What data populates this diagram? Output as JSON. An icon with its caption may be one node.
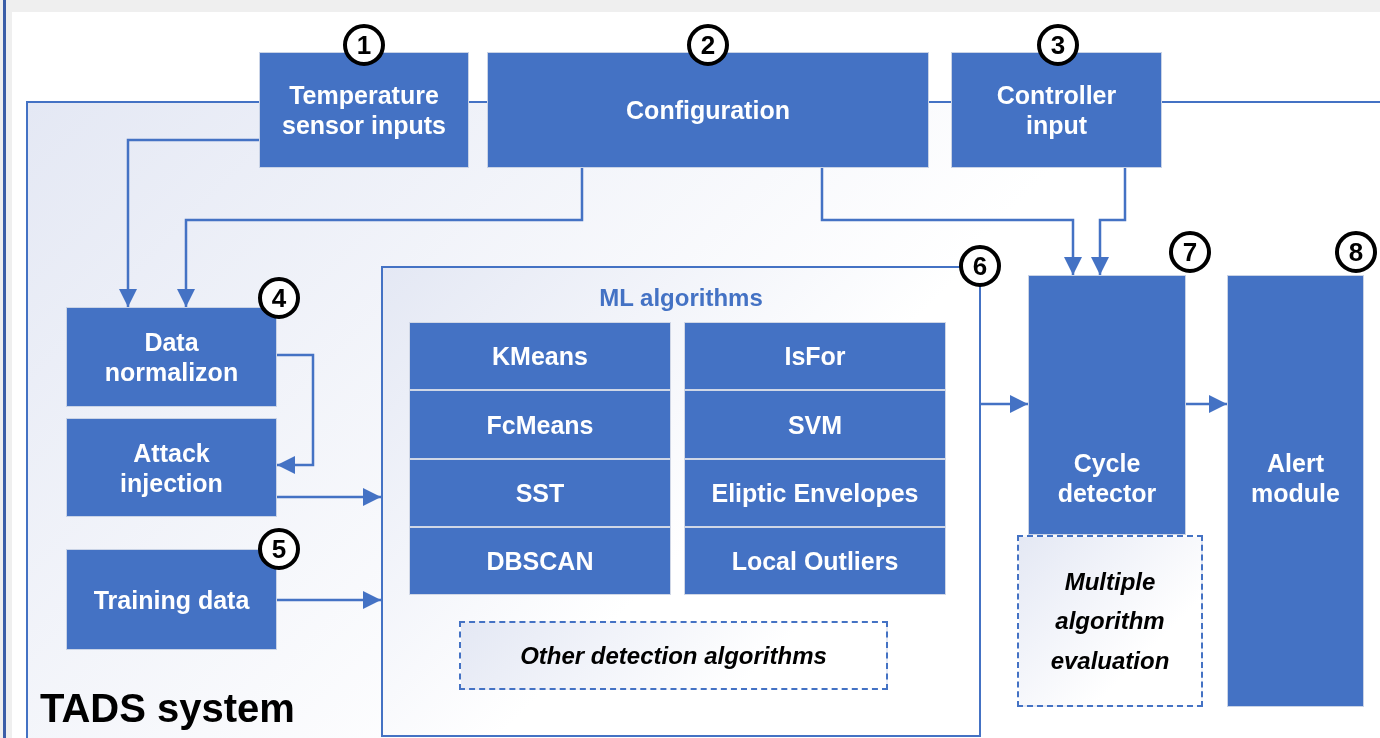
{
  "diagram": {
    "nodes": [
      {
        "text": [
          "TADS system"
        ]
      },
      {
        "text": [
          "Temperature sensor inputs"
        ],
        "beside": [
          "1"
        ]
      },
      {
        "text": [
          "Configuration"
        ],
        "beside": [
          "2"
        ]
      },
      {
        "text": [
          "Controller input"
        ],
        "beside": [
          "3"
        ]
      },
      {
        "text": [
          "Data normalizon"
        ],
        "in": 0,
        "beside": [
          "4"
        ]
      },
      {
        "text": [
          "Attack injection"
        ],
        "in": 0
      },
      {
        "text": [
          "Training data"
        ],
        "in": 0,
        "beside": [
          "5"
        ]
      },
      {
        "text": [
          "ML algorithms"
        ],
        "in": 0,
        "beside": [
          "6"
        ]
      },
      {
        "text": [
          "KMeans"
        ],
        "in": 7
      },
      {
        "text": [
          "IsFor"
        ],
        "in": 7
      },
      {
        "text": [
          "FcMeans"
        ],
        "in": 7
      },
      {
        "text": [
          "SVM"
        ],
        "in": 7
      },
      {
        "text": [
          "SST"
        ],
        "in": 7
      },
      {
        "text": [
          "Eliptic Envelopes"
        ],
        "in": 7
      },
      {
        "text": [
          "DBSCAN"
        ],
        "in": 7
      },
      {
        "text": [
          "Local Outliers"
        ],
        "in": 7
      },
      {
        "text": [
          "Other detection algorithms"
        ],
        "in": 7
      },
      {
        "text": [
          "Cycle detector"
        ],
        "in": 0,
        "beside": [
          "7"
        ]
      },
      {
        "text": [
          "Multiple algorithm evaluation"
        ],
        "in": 0
      },
      {
        "text": [
          "Alert module"
        ],
        "in": 0,
        "beside": [
          "8"
        ]
      }
    ],
    "edges": [
      {
        "from": 1,
        "to": 4,
        "arrow": "to"
      },
      {
        "from": 2,
        "to": 4,
        "arrow": "to"
      },
      {
        "from": 2,
        "to": 17,
        "arrow": "to"
      },
      {
        "from": 3,
        "to": 17,
        "arrow": "to"
      },
      {
        "from": 4,
        "to": 5,
        "arrow": "to"
      },
      {
        "from": 5,
        "to": 7,
        "arrow": "to"
      },
      {
        "from": 6,
        "to": 7,
        "arrow": "to"
      },
      {
        "from": 7,
        "to": 17,
        "arrow": "to"
      },
      {
        "from": 17,
        "to": 19,
        "arrow": "to"
      }
    ]
  }
}
